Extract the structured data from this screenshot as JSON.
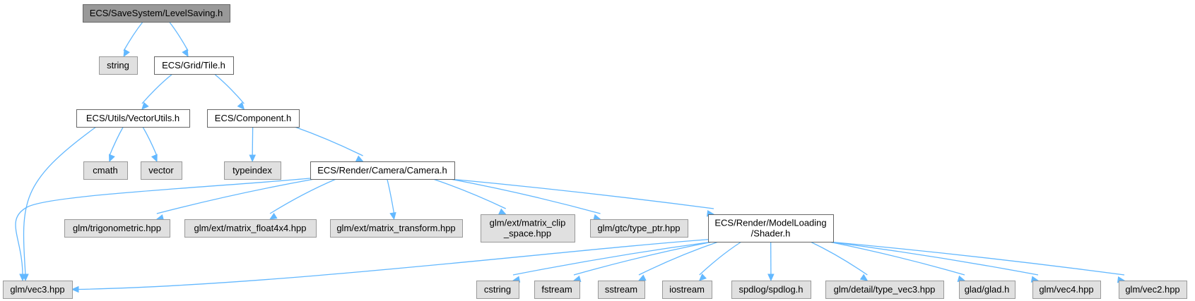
{
  "colors": {
    "root_fill": "#999999",
    "root_stroke": "#666666",
    "external_fill": "#e0e0e0",
    "external_stroke": "#999999",
    "local_fill": "#ffffff",
    "local_stroke": "#666666",
    "edge": "#63b8ff"
  },
  "nodes": [
    {
      "id": "levelsaving",
      "label": "ECS/SaveSystem/LevelSaving.h",
      "kind": "root"
    },
    {
      "id": "string",
      "label": "string",
      "kind": "external"
    },
    {
      "id": "tile",
      "label": "ECS/Grid/Tile.h",
      "kind": "local"
    },
    {
      "id": "vectorutils",
      "label": "ECS/Utils/VectorUtils.h",
      "kind": "local"
    },
    {
      "id": "component",
      "label": "ECS/Component.h",
      "kind": "local"
    },
    {
      "id": "cmath",
      "label": "cmath",
      "kind": "external"
    },
    {
      "id": "vector",
      "label": "vector",
      "kind": "external"
    },
    {
      "id": "typeindex",
      "label": "typeindex",
      "kind": "external"
    },
    {
      "id": "camera",
      "label": "ECS/Render/Camera/Camera.h",
      "kind": "local"
    },
    {
      "id": "trig",
      "label": "glm/trigonometric.hpp",
      "kind": "external"
    },
    {
      "id": "mf4x4",
      "label": "glm/ext/matrix_float4x4.hpp",
      "kind": "external"
    },
    {
      "id": "mtransform",
      "label": "glm/ext/matrix_transform.hpp",
      "kind": "external"
    },
    {
      "id": "mclip",
      "label": "glm/ext/matrix_clip\n_space.hpp",
      "kind": "external"
    },
    {
      "id": "typeptr",
      "label": "glm/gtc/type_ptr.hpp",
      "kind": "external"
    },
    {
      "id": "shader",
      "label": "ECS/Render/ModelLoading\n/Shader.h",
      "kind": "local"
    },
    {
      "id": "vec3",
      "label": "glm/vec3.hpp",
      "kind": "external"
    },
    {
      "id": "cstring",
      "label": "cstring",
      "kind": "external"
    },
    {
      "id": "fstream",
      "label": "fstream",
      "kind": "external"
    },
    {
      "id": "sstream",
      "label": "sstream",
      "kind": "external"
    },
    {
      "id": "iostream",
      "label": "iostream",
      "kind": "external"
    },
    {
      "id": "spdlog",
      "label": "spdlog/spdlog.h",
      "kind": "external"
    },
    {
      "id": "typevec3",
      "label": "glm/detail/type_vec3.hpp",
      "kind": "external"
    },
    {
      "id": "glad",
      "label": "glad/glad.h",
      "kind": "external"
    },
    {
      "id": "vec4",
      "label": "glm/vec4.hpp",
      "kind": "external"
    },
    {
      "id": "vec2",
      "label": "glm/vec2.hpp",
      "kind": "external"
    }
  ],
  "edges": [
    {
      "from": "levelsaving",
      "to": "string"
    },
    {
      "from": "levelsaving",
      "to": "tile"
    },
    {
      "from": "tile",
      "to": "vectorutils"
    },
    {
      "from": "tile",
      "to": "component"
    },
    {
      "from": "vectorutils",
      "to": "cmath"
    },
    {
      "from": "vectorutils",
      "to": "vector"
    },
    {
      "from": "vectorutils",
      "to": "vec3"
    },
    {
      "from": "component",
      "to": "typeindex"
    },
    {
      "from": "component",
      "to": "camera"
    },
    {
      "from": "camera",
      "to": "vec3"
    },
    {
      "from": "camera",
      "to": "trig"
    },
    {
      "from": "camera",
      "to": "mf4x4"
    },
    {
      "from": "camera",
      "to": "mtransform"
    },
    {
      "from": "camera",
      "to": "mclip"
    },
    {
      "from": "camera",
      "to": "typeptr"
    },
    {
      "from": "camera",
      "to": "shader"
    },
    {
      "from": "shader",
      "to": "vec3"
    },
    {
      "from": "shader",
      "to": "cstring"
    },
    {
      "from": "shader",
      "to": "fstream"
    },
    {
      "from": "shader",
      "to": "sstream"
    },
    {
      "from": "shader",
      "to": "iostream"
    },
    {
      "from": "shader",
      "to": "spdlog"
    },
    {
      "from": "shader",
      "to": "typevec3"
    },
    {
      "from": "shader",
      "to": "glad"
    },
    {
      "from": "shader",
      "to": "vec4"
    },
    {
      "from": "shader",
      "to": "vec2"
    }
  ]
}
